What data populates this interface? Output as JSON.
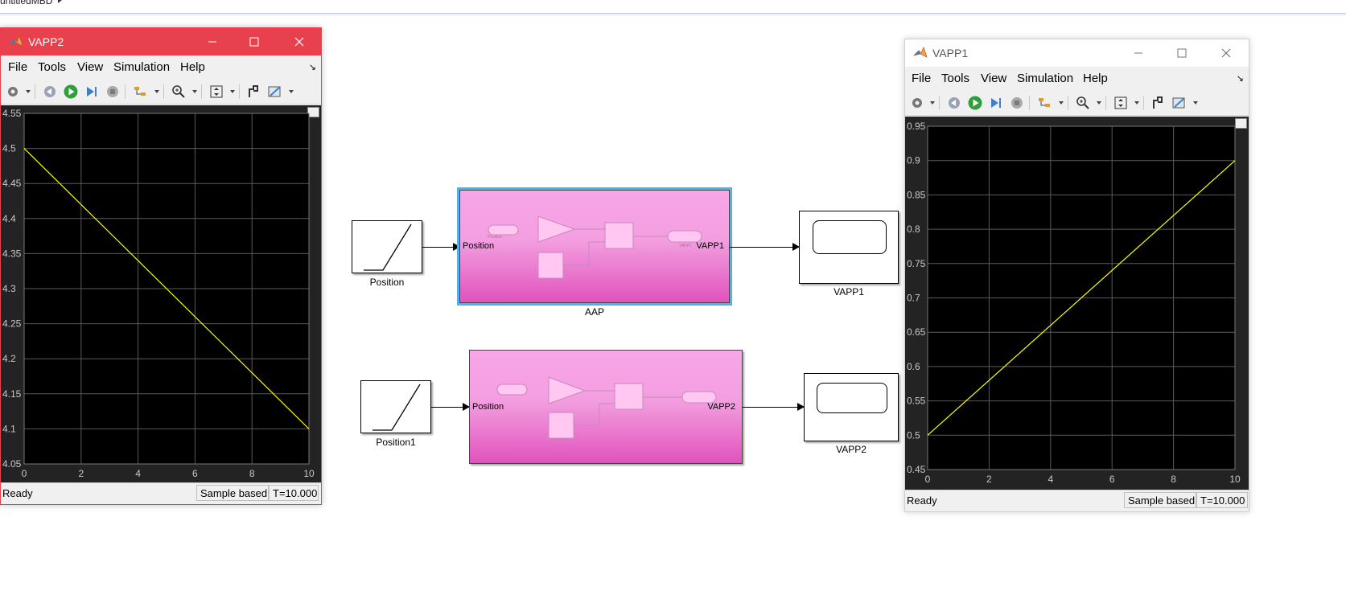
{
  "breadcrumb": "untitledMBD",
  "menus": [
    "File",
    "Tools",
    "View",
    "Simulation",
    "Help"
  ],
  "scopes": {
    "vapp2": {
      "title": "VAPP2",
      "status": "Ready",
      "mode": "Sample based",
      "time": "T=10.000",
      "y_ticks": [
        "4.55",
        "4.5",
        "4.45",
        "4.4",
        "4.35",
        "4.3",
        "4.25",
        "4.2",
        "4.15",
        "4.1",
        "4.05"
      ],
      "x_ticks": [
        "0",
        "2",
        "4",
        "6",
        "8",
        "10"
      ]
    },
    "vapp1": {
      "title": "VAPP1",
      "status": "Ready",
      "mode": "Sample based",
      "time": "T=10.000",
      "y_ticks": [
        "0.95",
        "0.9",
        "0.85",
        "0.8",
        "0.75",
        "0.7",
        "0.65",
        "0.6",
        "0.55",
        "0.5",
        "0.45"
      ],
      "x_ticks": [
        "0",
        "2",
        "4",
        "6",
        "8",
        "10"
      ]
    }
  },
  "chart_data": [
    {
      "type": "line",
      "title": "",
      "xlim": [
        0,
        10
      ],
      "ylim": [
        4.05,
        4.55
      ],
      "grid": true,
      "series": [
        {
          "x": [
            0,
            10
          ],
          "y": [
            4.5,
            4.1
          ],
          "color": "#ffff00"
        }
      ]
    },
    {
      "type": "line",
      "title": "",
      "xlim": [
        0,
        10
      ],
      "ylim": [
        0.45,
        0.95
      ],
      "grid": true,
      "series": [
        {
          "x": [
            0,
            10
          ],
          "y": [
            0.5,
            0.9
          ],
          "color": "#ffff00"
        }
      ]
    }
  ],
  "model": {
    "ramp1_label": "Position",
    "ramp2_label": "Position1",
    "sub1_label": "AAP",
    "sub1_in": "Position",
    "sub1_out": "VAPP1",
    "sub1_inner_in": "Position",
    "sub1_inner_out": "VAPP1",
    "sub2_in": "Position",
    "sub2_out": "VAPP2",
    "scope1_label": "VAPP1",
    "scope2_label": "VAPP2"
  },
  "colors": {
    "active_titlebar": "#e8414d",
    "plot_bg": "#000000",
    "trace": "#ffff00",
    "subsystem_fill": "#f39ee0",
    "selection": "#4fb2ec"
  }
}
